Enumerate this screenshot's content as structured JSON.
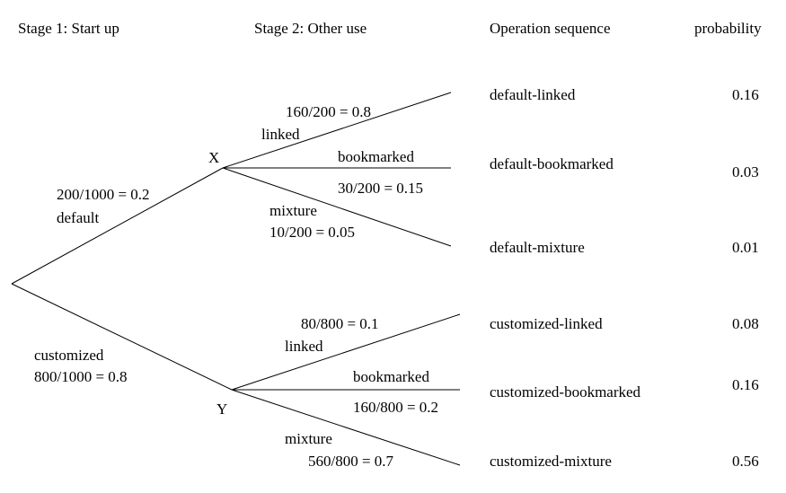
{
  "headers": {
    "stage1": "Stage 1: Start up",
    "stage2": "Stage 2: Other use",
    "sequence": "Operation sequence",
    "probability": "probability"
  },
  "stage1": {
    "default": {
      "ratio": "200/1000 = 0.2",
      "label": "default"
    },
    "customized": {
      "label": "customized",
      "ratio": "800/1000 = 0.8"
    }
  },
  "nodes": {
    "x": "X",
    "y": "Y"
  },
  "branches_x": {
    "linked": {
      "ratio": "160/200 = 0.8",
      "label": "linked"
    },
    "bookmarked": {
      "label": "bookmarked",
      "ratio": "30/200 = 0.15"
    },
    "mixture": {
      "label": "mixture",
      "ratio": "10/200 = 0.05"
    }
  },
  "branches_y": {
    "linked": {
      "ratio": "80/800 = 0.1",
      "label": "linked"
    },
    "bookmarked": {
      "label": "bookmarked",
      "ratio": "160/800 = 0.2"
    },
    "mixture": {
      "label": "mixture",
      "ratio": "560/800 = 0.7"
    }
  },
  "outcomes": [
    {
      "sequence": "default-linked",
      "probability": "0.16"
    },
    {
      "sequence": "default-bookmarked",
      "probability": "0.03"
    },
    {
      "sequence": "default-mixture",
      "probability": "0.01"
    },
    {
      "sequence": "customized-linked",
      "probability": "0.08"
    },
    {
      "sequence": "customized-bookmarked",
      "probability": "0.16"
    },
    {
      "sequence": "customized-mixture",
      "probability": "0.56"
    }
  ]
}
